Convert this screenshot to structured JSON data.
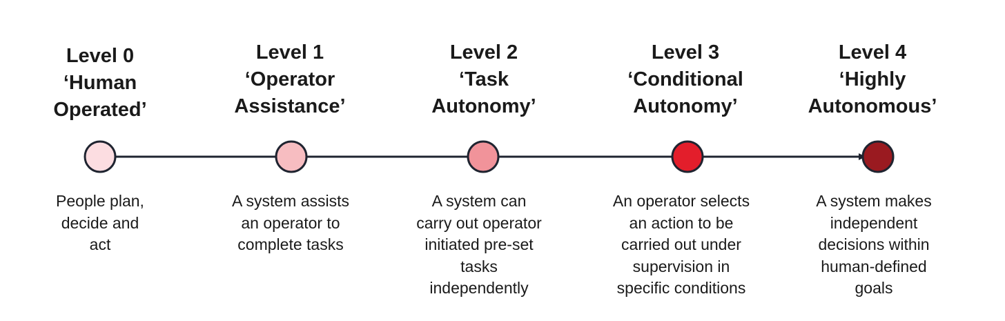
{
  "levels": [
    {
      "title_lines": [
        "Level 0",
        "‘Human",
        "Operated’"
      ],
      "desc_lines": [
        "People plan,",
        "decide and",
        "act"
      ],
      "color": "#fcdde1"
    },
    {
      "title_lines": [
        "Level 1",
        "‘Operator",
        "Assistance’"
      ],
      "desc_lines": [
        "A system assists",
        "an operator to",
        "complete tasks"
      ],
      "color": "#f7bdc1"
    },
    {
      "title_lines": [
        "Level 2",
        "‘Task",
        "Autonomy’"
      ],
      "desc_lines": [
        "A system can",
        "carry out operator",
        "initiated pre-set",
        "tasks",
        "independently"
      ],
      "color": "#f1939a"
    },
    {
      "title_lines": [
        "Level 3",
        "‘Conditional",
        "Autonomy’"
      ],
      "desc_lines": [
        "An operator selects",
        "an action to be",
        "carried out under",
        "supervision in",
        "specific conditions"
      ],
      "color": "#e31e2b"
    },
    {
      "title_lines": [
        "Level 4",
        "‘Highly",
        "Autonomous’"
      ],
      "desc_lines": [
        "A system makes",
        "independent",
        "decisions within",
        "human-defined",
        "goals"
      ],
      "color": "#9a1a20"
    }
  ],
  "line_color": "#1f2430"
}
